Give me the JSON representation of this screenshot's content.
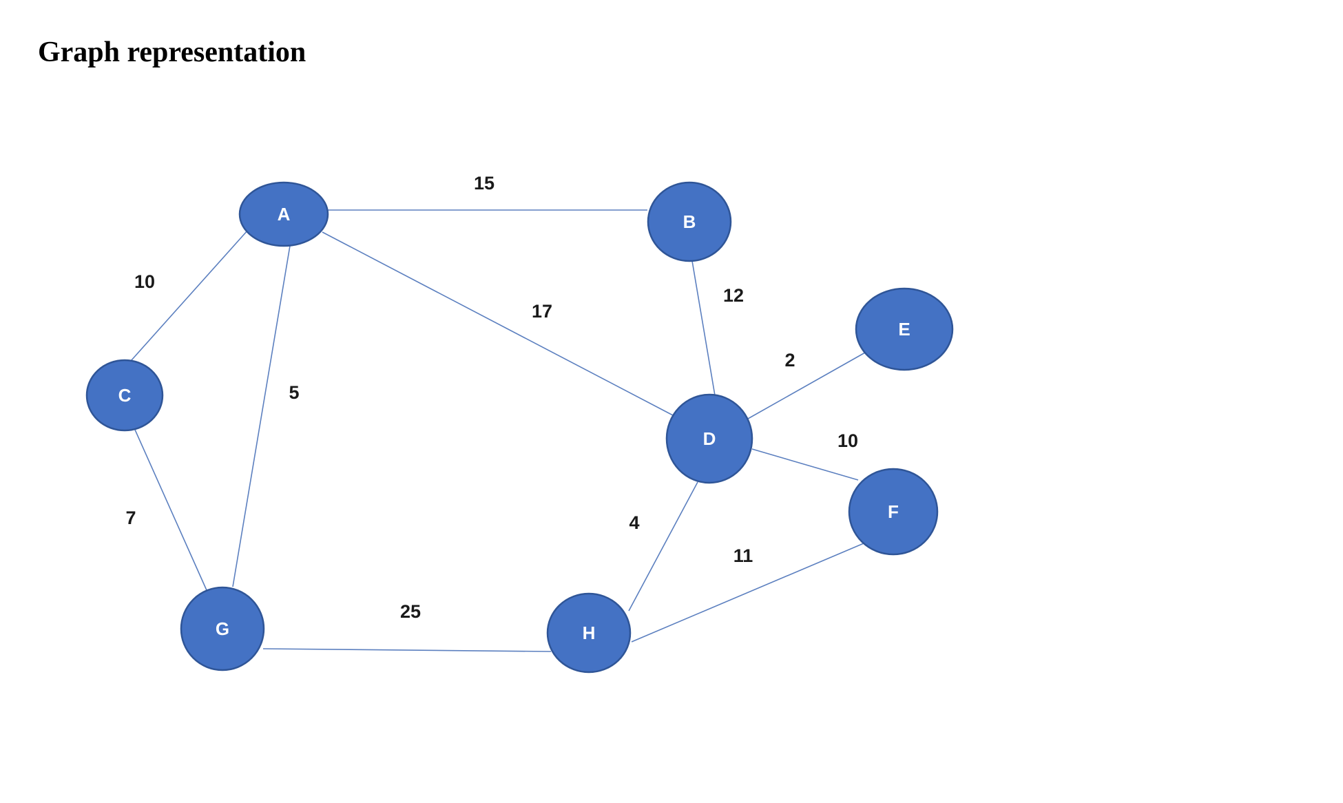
{
  "title": "Graph representation",
  "colors": {
    "node_fill": "#4472C4",
    "node_stroke": "#2F5597",
    "edge": "#5B7FBF",
    "node_text": "#ffffff",
    "weight_text": "#1a1a1a"
  },
  "graph": {
    "nodes": [
      {
        "id": "A",
        "label": "A"
      },
      {
        "id": "B",
        "label": "B"
      },
      {
        "id": "C",
        "label": "C"
      },
      {
        "id": "D",
        "label": "D"
      },
      {
        "id": "E",
        "label": "E"
      },
      {
        "id": "F",
        "label": "F"
      },
      {
        "id": "G",
        "label": "G"
      },
      {
        "id": "H",
        "label": "H"
      }
    ],
    "edges": [
      {
        "from": "A",
        "to": "B",
        "weight": "15"
      },
      {
        "from": "A",
        "to": "C",
        "weight": "10"
      },
      {
        "from": "A",
        "to": "G",
        "weight": "5"
      },
      {
        "from": "A",
        "to": "D",
        "weight": "17"
      },
      {
        "from": "B",
        "to": "D",
        "weight": "12"
      },
      {
        "from": "D",
        "to": "E",
        "weight": "2"
      },
      {
        "from": "D",
        "to": "F",
        "weight": "10"
      },
      {
        "from": "D",
        "to": "H",
        "weight": "4"
      },
      {
        "from": "C",
        "to": "G",
        "weight": "7"
      },
      {
        "from": "G",
        "to": "H",
        "weight": "25"
      },
      {
        "from": "H",
        "to": "F",
        "weight": "11"
      }
    ]
  }
}
